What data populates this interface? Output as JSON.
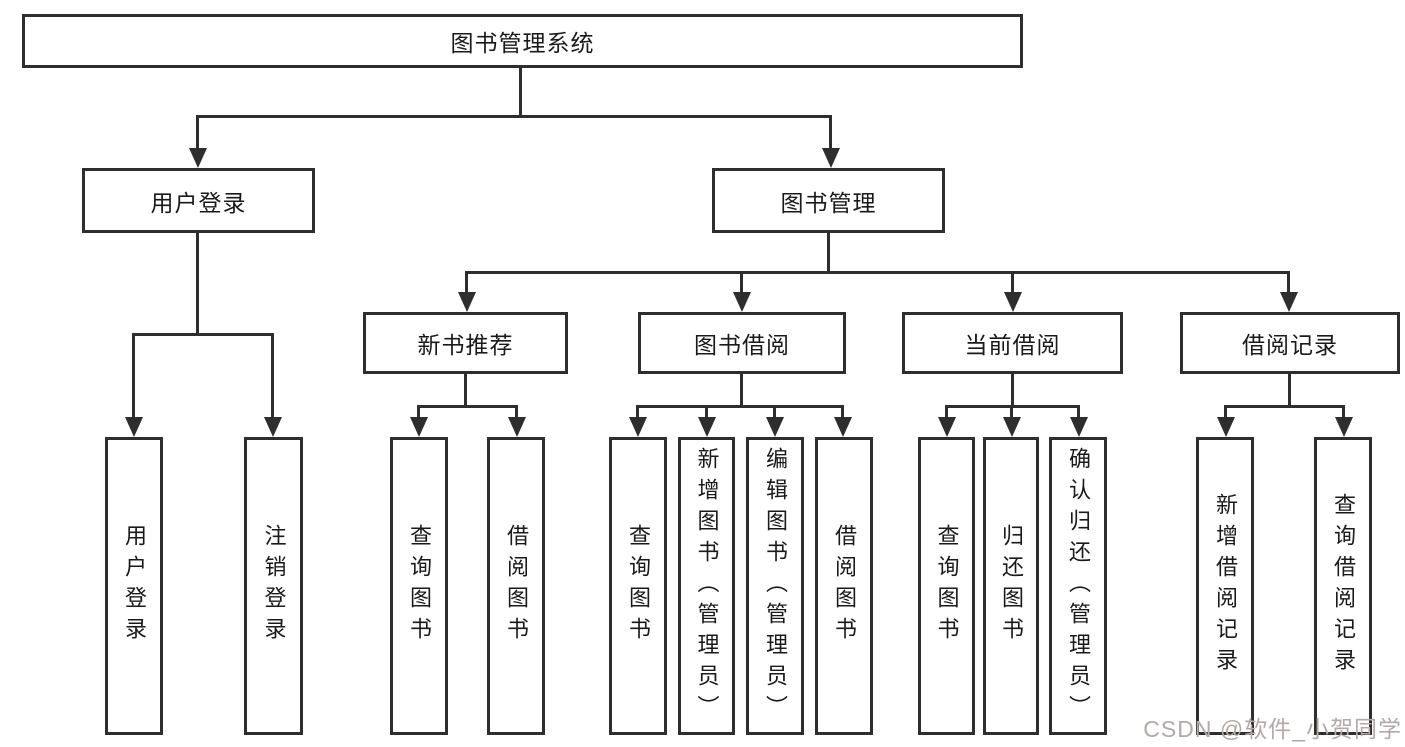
{
  "diagram": {
    "root": {
      "label": "图书管理系统"
    },
    "branches": [
      {
        "label": "用户登录",
        "children": [
          {
            "label": "用户登录"
          },
          {
            "label": "注销登录"
          }
        ]
      },
      {
        "label": "图书管理",
        "children": [
          {
            "label": "新书推荐",
            "children": [
              {
                "label": "查询图书"
              },
              {
                "label": "借阅图书"
              }
            ]
          },
          {
            "label": "图书借阅",
            "children": [
              {
                "label": "查询图书"
              },
              {
                "label": "新增图书（管理员）"
              },
              {
                "label": "编辑图书（管理员）"
              },
              {
                "label": "借阅图书"
              }
            ]
          },
          {
            "label": "当前借阅",
            "children": [
              {
                "label": "查询图书"
              },
              {
                "label": "归还图书"
              },
              {
                "label": "确认归还（管理员）"
              }
            ]
          },
          {
            "label": "借阅记录",
            "children": [
              {
                "label": "新增借阅记录"
              },
              {
                "label": "查询借阅记录"
              }
            ]
          }
        ]
      }
    ]
  },
  "watermark": {
    "text": "CSDN @软件_小贺同学",
    "color": "#b3a9a9"
  },
  "colors": {
    "line": "#2e2e2e",
    "background": "#ffffff",
    "text": "#1a1a1a"
  }
}
